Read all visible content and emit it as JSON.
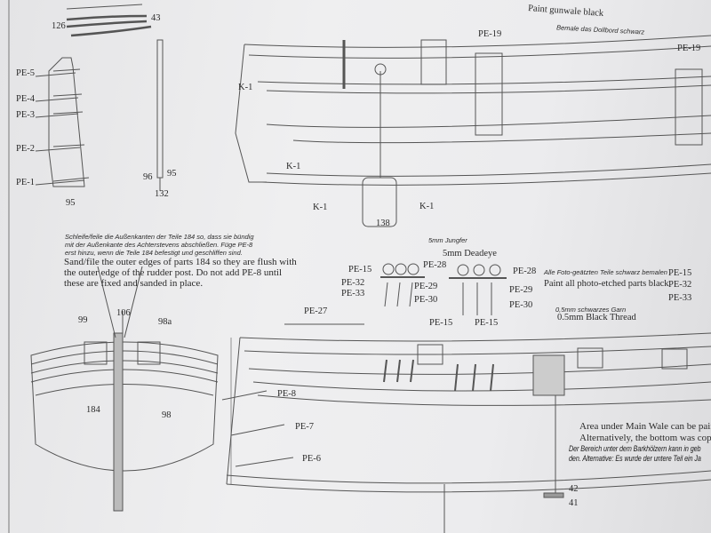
{
  "parts_top_left": {
    "p126": "126",
    "p43": "43",
    "pe5": "PE-5",
    "pe4": "PE-4",
    "pe3": "PE-3",
    "pe2": "PE-2",
    "pe1": "PE-1",
    "p95a": "95",
    "p96": "96",
    "p95b": "95",
    "p132": "132"
  },
  "top_view": {
    "gunwale_en": "Paint gunwale black",
    "gunwale_de": "Bemale das Dollbord schwarz",
    "pe19a": "PE-19",
    "pe19b": "PE-19",
    "k1a": "K-1",
    "k1b": "K-1",
    "k1c": "K-1",
    "k1d": "K-1",
    "p138": "138"
  },
  "stern_note": {
    "de1": "Schleife/feile die Außenkanten der Teile 184 so, dass sie bündig",
    "de2": "mit der Außenkante des Achterstevens abschließen. Füge PE-8",
    "de3": "erst hinzu, wenn die Teile 184 befestigt und geschliffen sind.",
    "en1": "Sand/file the outer edges of parts 184 so they are flush with",
    "en2": "the outer edge of the rudder post. Do not add PE-8 until",
    "en3": "these are fixed and sanded in place."
  },
  "deadeyes": {
    "jungfer": "5mm Jungfer",
    "deadeye": "5mm Deadeye",
    "pe15a": "PE-15",
    "pe28a": "PE-28",
    "pe28b": "PE-28",
    "pe32a": "PE-32",
    "pe33a": "PE-33",
    "pe29a": "PE-29",
    "pe30a": "PE-30",
    "pe29b": "PE-29",
    "pe30b": "PE-30",
    "pe15b": "PE-15",
    "pe15c": "PE-15",
    "pe15r": "PE-15",
    "pe32r": "PE-32",
    "pe33r": "PE-33"
  },
  "paint_note": {
    "de": "Alle Foto-geätzten Teile schwarz bemalen",
    "en": "Paint all photo-etched parts black"
  },
  "thread_note": {
    "de": "0,5mm schwarzes Garn",
    "en": "0.5mm Black Thread"
  },
  "stern_parts": {
    "p99": "99",
    "p106": "106",
    "p98a": "98a",
    "p184": "184",
    "p98": "98"
  },
  "side_view": {
    "pe27": "PE-27",
    "pe8": "PE-8",
    "pe7": "PE-7",
    "pe6": "PE-6",
    "p42": "42",
    "p41": "41"
  },
  "wale_note": {
    "en1": "Area under Main Wale can be painted o",
    "en2": "Alternatively, the bottom was coppered",
    "de1": "Der Bereich unter dem Barkhölzern kann in geb",
    "de2": "den. Alternative: Es wurde der untere Teil ein Ja"
  }
}
